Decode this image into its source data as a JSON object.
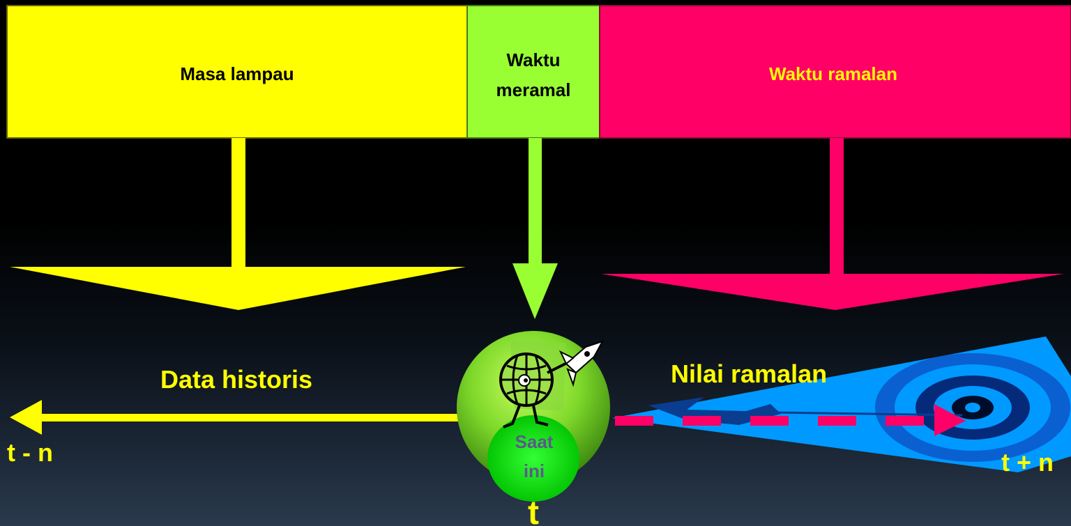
{
  "boxes": {
    "past": {
      "label": "Masa lampau",
      "color": "#ffff00",
      "text_color": "#000000"
    },
    "now": {
      "label_line1": "Waktu",
      "label_line2": "meramal",
      "color": "#99ff33",
      "text_color": "#000000"
    },
    "future": {
      "label": "Waktu ramalan",
      "color": "#ff0066",
      "text_color": "#ffff00"
    }
  },
  "labels": {
    "historical": "Data historis",
    "forecast_value": "Nilai ramalan",
    "t_minus": "t - n",
    "t_plus": "t + n",
    "t": "t",
    "present_line1": "Saat",
    "present_line2": "ini"
  },
  "colors": {
    "timeline_yellow": "#ffff00",
    "target_blue": "#0099ff",
    "dash_pink": "#ff0066",
    "globe_green": "#66cc22",
    "present_green": "#00ee00"
  },
  "icons": {
    "globe": "globe-with-rocket-icon",
    "target": "bullseye-target-icon",
    "arrow": "dart-arrow-icon"
  }
}
